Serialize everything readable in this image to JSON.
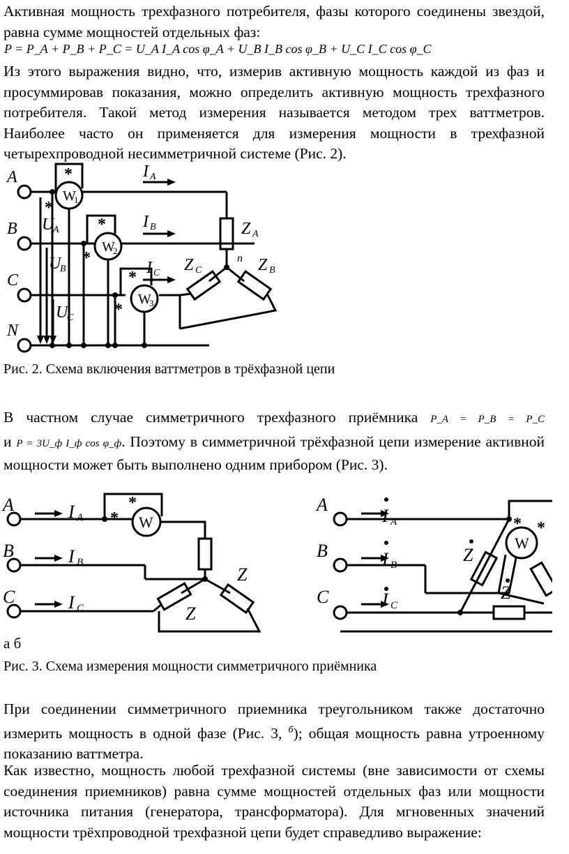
{
  "paragraphs": {
    "p1": "Активная мощность трехфазного потребителя, фазы которого соединены звездой, равна сумме мощностей отдельных фаз:",
    "p2": "Из этого выражения видно, что, измерив активную мощность каждой из фаз и просуммировав показания, можно определить активную мощность трехфазного потребителя. Такой метод измерения называется методом трех ваттметров. Наиболее часто он применяется для измерения мощности в трехфазной четырехпроводной несимметричной системе (Рис. 2).",
    "p3a": "В частном случае симметричного трехфазного приёмника",
    "p3b": "и",
    "p3c": ". Поэтому в симметричной трёхфазной цепи измерение активной мощности может быть выполнено одним прибором (Рис. 3).",
    "p4a": "При соединении симметричного приемника треугольником также достаточно измерить мощность в одной фазе (Рис. 3,",
    "p4b": "); общая мощность равна утроенному показанию ваттметра.",
    "p5": "Как известно, мощность любой трехфазной системы (вне зависимости от схемы соединения приемников) равна сумме мощностей отдельных фаз или мощности источника питания (генератора, трансформатора). Для мгновенных значений мощности трёхпроводной трехфазной цепи будет справедливо выражение:"
  },
  "formulas": {
    "f1": "P = P_A + P_B + P_C = U_A I_A cos φ_A + U_B I_B cos φ_B + U_C I_C cos φ_C",
    "f2": "P_A = P_B = P_C",
    "f3": "P = 3U_ф I_ф cos φ_ф",
    "f4": "б"
  },
  "captions": {
    "fig2": "Рис. 2. Схема включения ваттметров в трёхфазной цепи",
    "fig3_sub": "а б",
    "fig3": "Рис. 3. Схема измерения мощности симметричного приёмника"
  },
  "fig2_labels": {
    "A": "A",
    "B": "B",
    "C": "C",
    "N": "N",
    "w1": "W",
    "w1n": "1",
    "w2": "W",
    "w2n": "2",
    "w3": "W",
    "w3n": "3",
    "star": "*",
    "ia": "I",
    "ia_sub": "A",
    "ib": "I",
    "ib_sub": "B",
    "ic": "I",
    "ic_sub": "C",
    "ua": "U",
    "ua_sub": "A",
    "ub": "U",
    "ub_sub": "B",
    "uc": "U",
    "uc_sub": "C",
    "za": "Z",
    "za_sub": "A",
    "zb": "Z",
    "zb_sub": "B",
    "zc": "Z",
    "zc_sub": "C",
    "n": "n"
  },
  "fig3a_labels": {
    "A": "A",
    "B": "B",
    "C": "C",
    "ia": "I",
    "ia_sub": "A",
    "ib": "I",
    "ib_sub": "B",
    "ic": "I",
    "ic_sub": "C",
    "w": "W",
    "star": "*",
    "z1": "Z",
    "z2": "Z"
  },
  "fig3b_labels": {
    "A": "A",
    "B": "B",
    "C": "C",
    "ia": "I",
    "ia_sub": "A",
    "ib": "I",
    "ib_sub": "B",
    "ic": "I",
    "ic_sub": "C",
    "w": "W",
    "star": "*",
    "z1": "Z",
    "z2": "Z"
  }
}
